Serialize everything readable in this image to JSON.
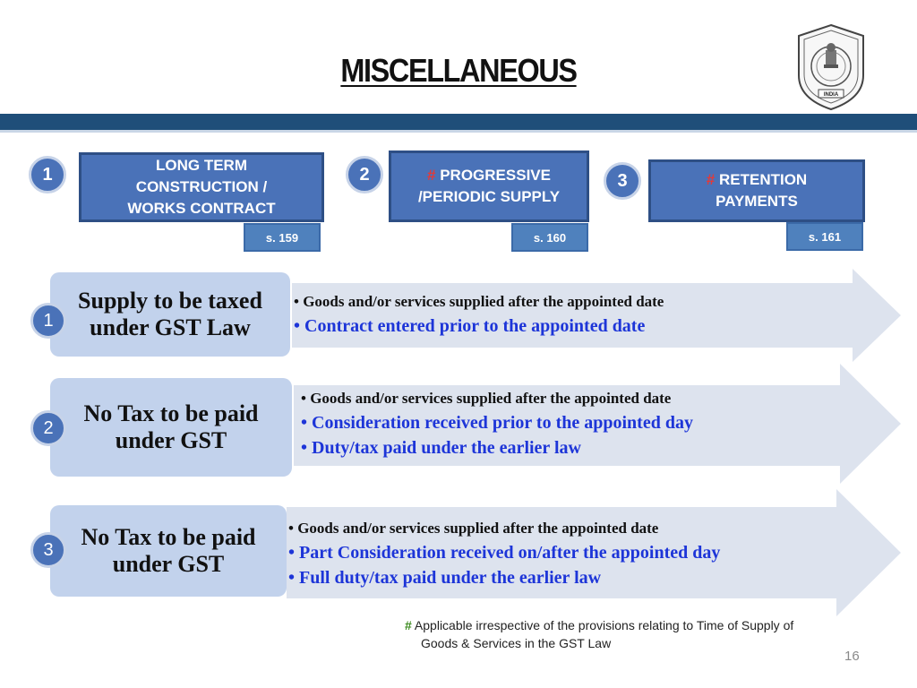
{
  "title": "MISCELLANEOUS",
  "emblem": {
    "text": "INDIA"
  },
  "categories": [
    {
      "number": "1",
      "hash": "",
      "line1": "LONG TERM",
      "line2": "CONSTRUCTION /",
      "line3": "WORKS CONTRACT",
      "section": "s. 159"
    },
    {
      "number": "2",
      "hash": "#",
      "line1": "PROGRESSIVE",
      "line2": "/PERIODIC SUPPLY",
      "section": "s. 160"
    },
    {
      "number": "3",
      "hash": "#",
      "line1": "RETENTION",
      "line2": "PAYMENTS",
      "section": "s. 161"
    }
  ],
  "rows": [
    {
      "number": "1",
      "label_line1": "Supply to be taxed",
      "label_line2": "under GST Law",
      "points": [
        {
          "text": "Goods and/or services supplied after the appointed date",
          "style": "black"
        },
        {
          "text": "Contract entered prior to the appointed date",
          "style": "blue"
        }
      ]
    },
    {
      "number": "2",
      "label_line1": "No Tax to be paid",
      "label_line2": "under GST",
      "points": [
        {
          "text": "Goods and/or services supplied after the appointed date",
          "style": "black"
        },
        {
          "text": "Consideration received prior to the appointed day",
          "style": "blue"
        },
        {
          "text": "Duty/tax paid under the earlier law",
          "style": "blue"
        }
      ]
    },
    {
      "number": "3",
      "label_line1": "No Tax to be paid",
      "label_line2": "under GST",
      "points": [
        {
          "text": "Goods and/or services supplied after the appointed date",
          "style": "black"
        },
        {
          "text": "Part Consideration received on/after the appointed day",
          "style": "blue"
        },
        {
          "text": "Full duty/tax paid under the earlier law",
          "style": "blue"
        }
      ]
    }
  ],
  "footnote": {
    "hash": "#",
    "line1": "Applicable irrespective of the provisions relating to Time of Supply of",
    "line2": "Goods & Services in the GST Law"
  },
  "page_number": "16",
  "colors": {
    "banner": "#1f4e79",
    "box": "#4a72b8",
    "label_bg": "#c2d2ec",
    "arrow_bg": "#dde3ee",
    "hash_red": "#e23a3a",
    "hash_green": "#3b8a1e",
    "point_blue": "#1d35d8"
  }
}
